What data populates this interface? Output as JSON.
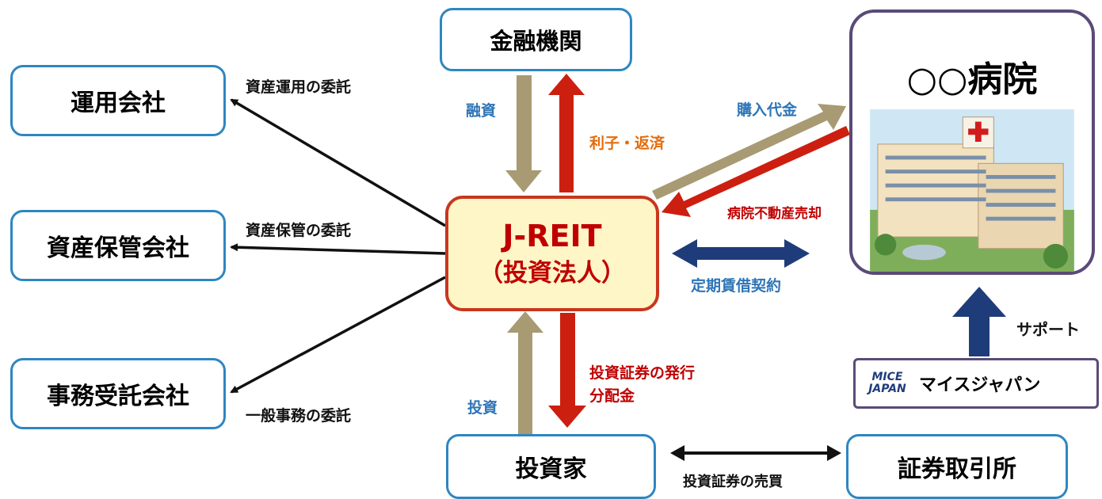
{
  "nodes": {
    "finance": "金融機関",
    "asset_mgmt": "運用会社",
    "custody": "資産保管会社",
    "admin": "事務受託会社",
    "reit_line1": "J-REIT",
    "reit_line2": "（投資法人）",
    "hospital": "○○病院",
    "investor": "投資家",
    "exchange": "証券取引所",
    "mice": "マイスジャパン",
    "mice_logo_line1": "MICE",
    "mice_logo_line2": "JAPAN"
  },
  "labels": {
    "asset_mgmt_delegation": "資産運用の委託",
    "custody_delegation": "資産保管の委託",
    "admin_delegation": "一般事務の委託",
    "loan": "融資",
    "interest_repayment": "利子・返済",
    "purchase_price": "購入代金",
    "hospital_sale": "病院不動産売却",
    "lease": "定期賃借契約",
    "issue_line1": "投資証券の発行",
    "issue_line2": "分配金",
    "investment": "投資",
    "trade": "投資証券の売買",
    "support": "サポート"
  },
  "colors": {
    "box_border": "#2e86c1",
    "reit_border": "#c9361e",
    "reit_fill": "#fff6c8",
    "hospital_border": "#5a4a78",
    "tan_arrow": "#a89a72",
    "red_arrow": "#cc1f10",
    "navy_arrow": "#1f3c7a"
  }
}
